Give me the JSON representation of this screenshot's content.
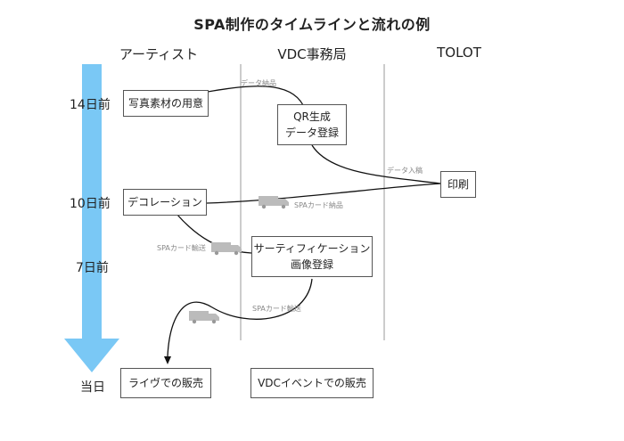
{
  "title": "SPA制作のタイムラインと流れの例",
  "columns": {
    "artist": "アーティスト",
    "vdc": "VDC事務局",
    "tolot": "TOLOT"
  },
  "timeline": {
    "day14": "14日前",
    "day10": "10日前",
    "day7": "7日前",
    "today": "当日"
  },
  "boxes": {
    "photo_material": "写真素材の用意",
    "qr_line1": "QR生成",
    "qr_line2": "データ登録",
    "print": "印刷",
    "decoration": "デコレーション",
    "cert_line1": "サーティフィケーション",
    "cert_line2": "画像登録",
    "live_sale": "ライヴでの販売",
    "vdc_event_sale": "VDCイベントでの販売"
  },
  "flow_labels": {
    "data_delivery": "データ納品",
    "data_input": "データ入稿",
    "card_delivery": "SPAカード納品",
    "card_transport_1": "SPAカード輸送",
    "card_transport_2": "SPAカード輸送"
  },
  "colors": {
    "arrow": "#7ac8f5",
    "divider": "#999999",
    "truck": "#bbbbbb"
  },
  "icons": [
    "truck-icon",
    "truck-icon",
    "truck-icon"
  ]
}
